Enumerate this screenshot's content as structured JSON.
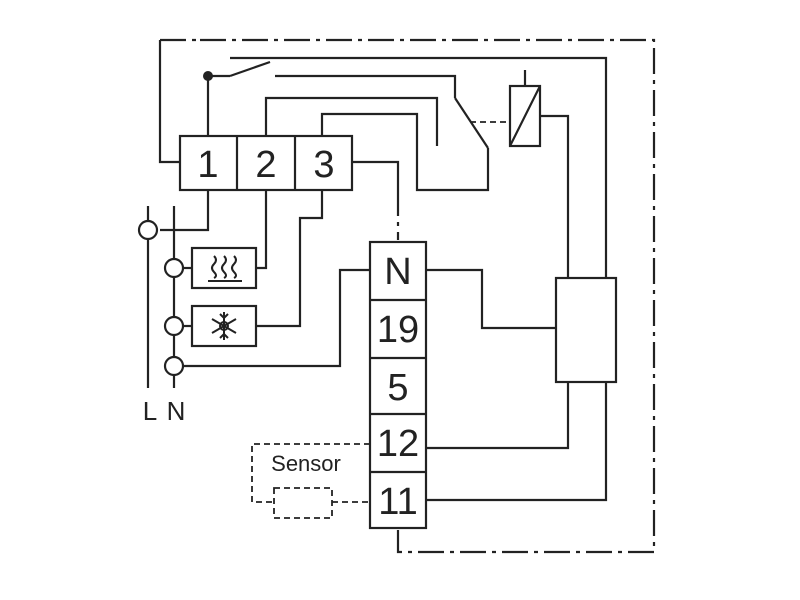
{
  "top_terminals": [
    "1",
    "2",
    "3"
  ],
  "side_terminals": [
    "N",
    "19",
    "5",
    "12",
    "11"
  ],
  "supply_labels": {
    "line": "L",
    "neutral": "N"
  },
  "sensor_label": "Sensor",
  "icons": {
    "heating": "heating-waves-icon",
    "cooling": "snowflake-icon"
  }
}
